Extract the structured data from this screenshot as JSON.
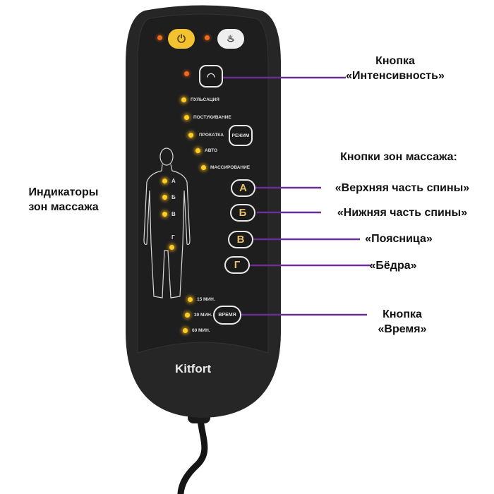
{
  "remote": {
    "brand": "Kitfort",
    "power_icon": "power-icon",
    "heat_icon": "heat-icon",
    "intensity_icon": "gauge-icon",
    "modes": [
      "ПУЛЬСАЦИЯ",
      "ПОСТУКИВАНИЕ",
      "ПРОКАТКА",
      "АВТО",
      "МАССИРОВАНИЕ"
    ],
    "mode_button": "РЕЖИМ",
    "zone_indicators": [
      "А",
      "Б",
      "В",
      "Г"
    ],
    "zone_buttons": [
      "А",
      "Б",
      "В",
      "Г"
    ],
    "times": [
      "15 МИН.",
      "30 МИН.",
      "60 МИН."
    ],
    "time_button": "ВРЕМЯ"
  },
  "callouts": {
    "intensity": [
      "Кнопка",
      "«Интенсивность»"
    ],
    "zones_title": "Кнопки зон массажа:",
    "zone_a": "«Верхняя часть спины»",
    "zone_b": "«Нижняя часть спины»",
    "zone_v": "«Поясница»",
    "zone_g": "«Бёдра»",
    "time": [
      "Кнопка",
      "«Время»"
    ],
    "indicators": [
      "Индикаторы",
      "зон массажа"
    ]
  },
  "colors": {
    "accent_line": "#6b2f93",
    "power_button": "#f2c230",
    "led": "#ffcc22",
    "body": "#232323"
  }
}
